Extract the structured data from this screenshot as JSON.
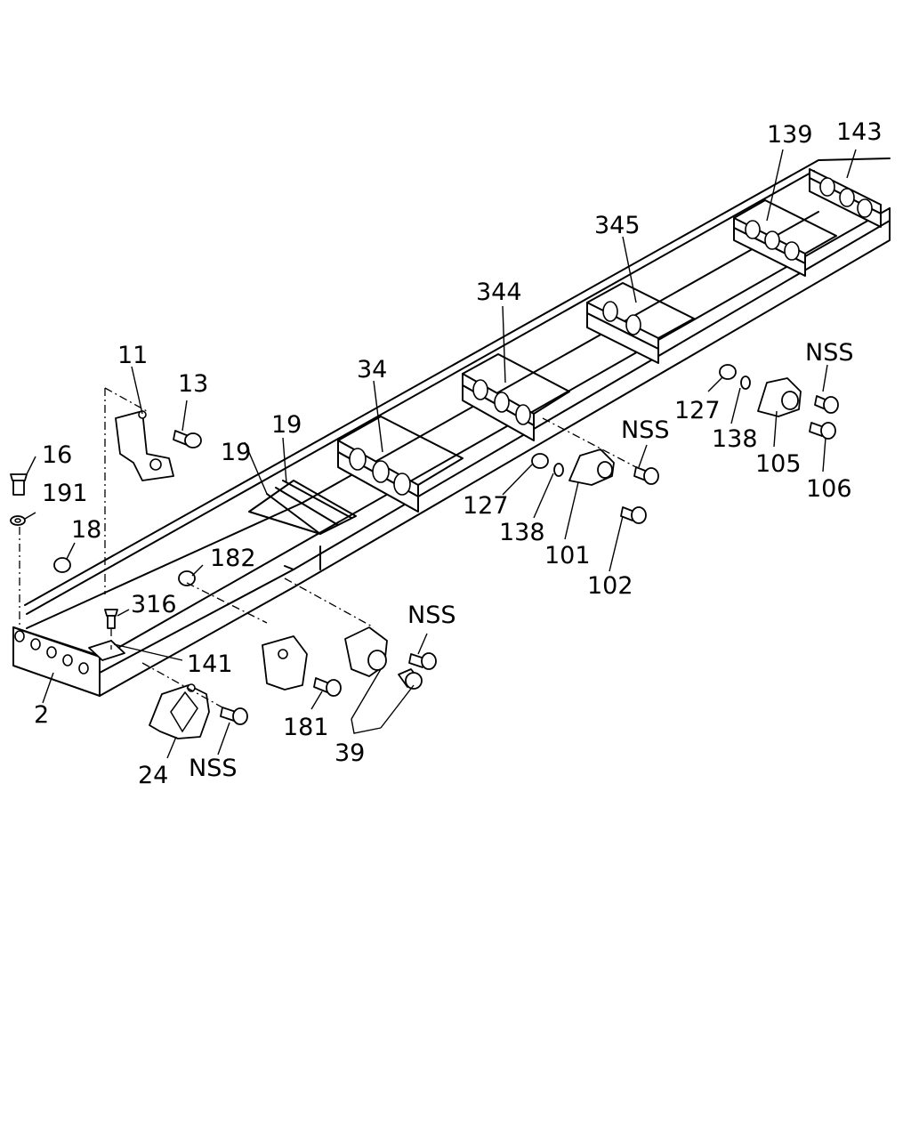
{
  "callouts": {
    "c139": "139",
    "c143": "143",
    "c345": "345",
    "c344": "344",
    "c34": "34",
    "c11": "11",
    "c13": "13",
    "c16": "16",
    "c191": "191",
    "c18": "18",
    "c19a": "19",
    "c19b": "19",
    "c182": "182",
    "c316": "316",
    "c141": "141",
    "c2": "2",
    "c24": "24",
    "c181": "181",
    "c39": "39",
    "c127a": "127",
    "c138a": "138",
    "c101": "101",
    "c102": "102",
    "c127b": "127",
    "c138b": "138",
    "c105": "105",
    "c106": "106",
    "nss1": "NSS",
    "nss2": "NSS",
    "nss3": "NSS",
    "nss4": "NSS"
  }
}
